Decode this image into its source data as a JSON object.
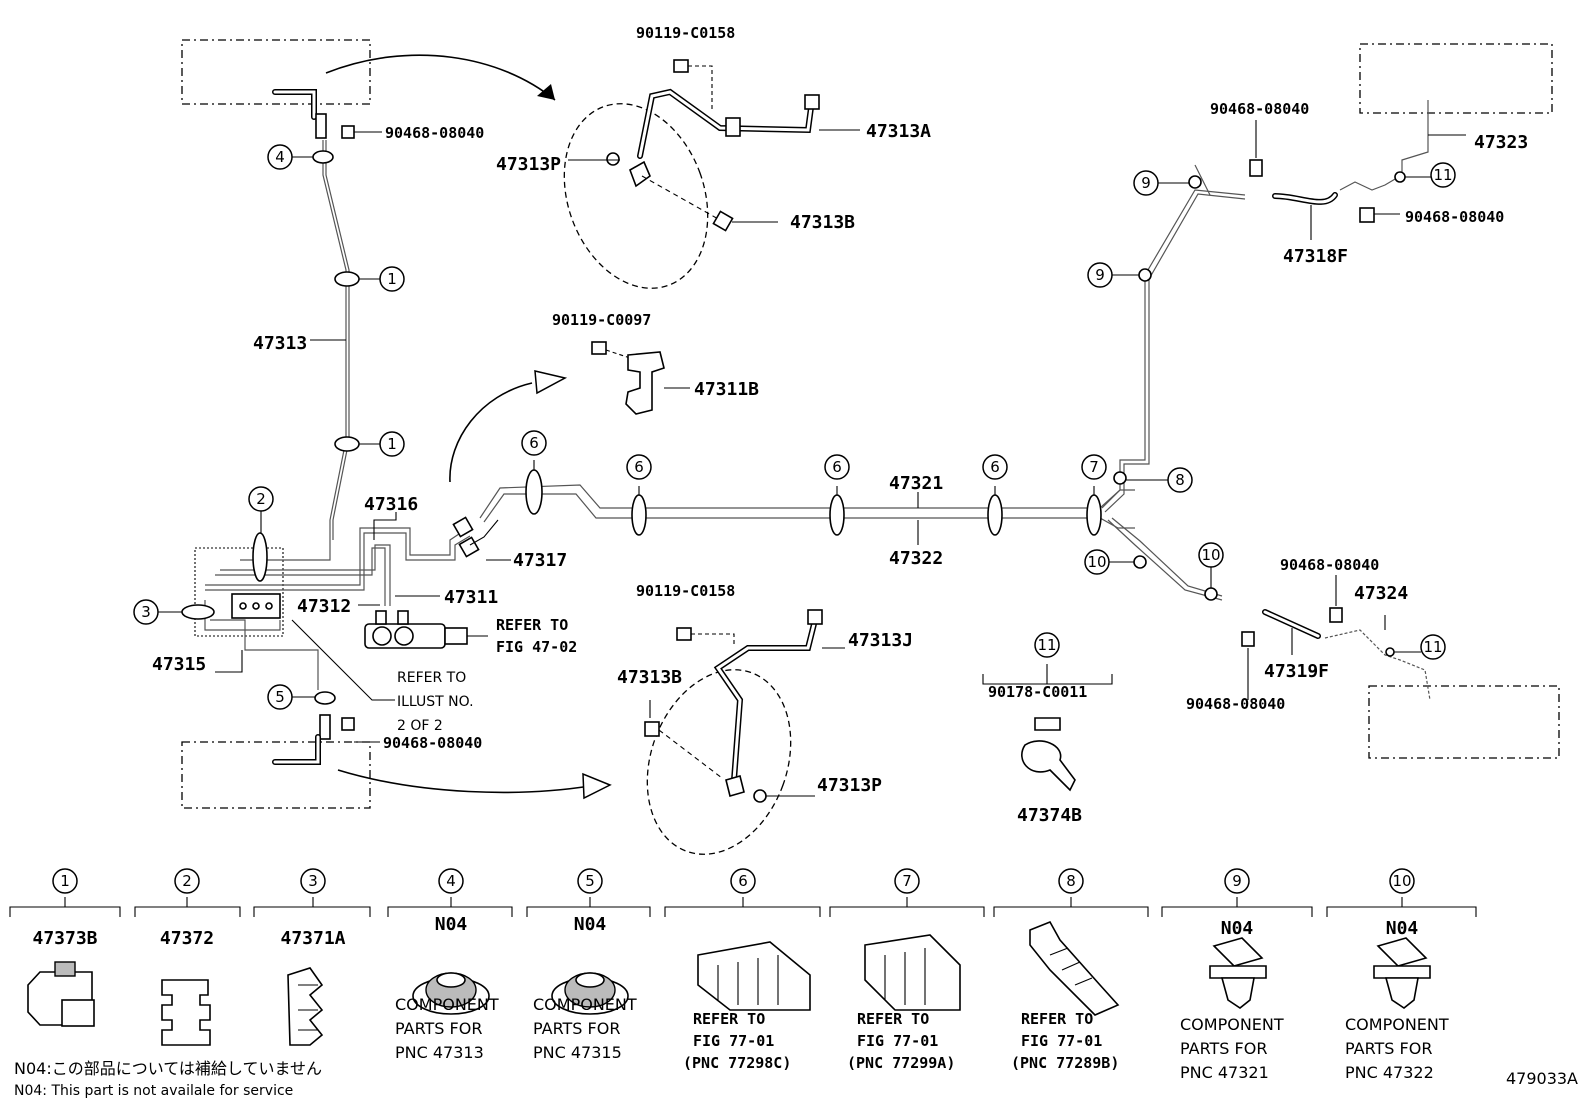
{
  "labels": {
    "p90119_c0158_top": "90119-C0158",
    "p47313A": "47313A",
    "p47313P_top": "47313P",
    "p47313B_top": "47313B",
    "p90468_top_left": "90468-08040",
    "p47313": "47313",
    "p90119_c0097": "90119-C0097",
    "p47311B": "47311B",
    "p47316": "47316",
    "p47317": "47317",
    "p47311": "47311",
    "p47312": "47312",
    "p47315": "47315",
    "p90468_left_bottom": "90468-08040",
    "p90119_c0158_bottom": "90119-C0158",
    "p47313J": "47313J",
    "p47313B_bottom": "47313B",
    "p47313P_bottom": "47313P",
    "p47321": "47321",
    "p47322": "47322",
    "p90178_c0011": "90178-C0011",
    "p47374B": "47374B",
    "p90468_right_top": "90468-08040",
    "p47323": "47323",
    "p90468_right_mid": "90468-08040",
    "p47318F": "47318F",
    "p90468_right_lower": "90468-08040",
    "p47324": "47324",
    "p47319F": "47319F",
    "p90468_right_bottom": "90468-08040"
  },
  "refer_fig_47_02": [
    "REFER TO",
    "FIG 47-02"
  ],
  "refer_illust": [
    "REFER TO",
    "ILLUST NO.",
    "2 OF 2"
  ],
  "callouts": [
    "1",
    "2",
    "3",
    "4",
    "5",
    "6",
    "7",
    "8",
    "9",
    "10",
    "11"
  ],
  "legend": [
    {
      "num": "1",
      "code": "47373B",
      "desc": []
    },
    {
      "num": "2",
      "code": "47372",
      "desc": []
    },
    {
      "num": "3",
      "code": "47371A",
      "desc": []
    },
    {
      "num": "4",
      "code": "N04",
      "desc": [
        "COMPONENT",
        "PARTS FOR",
        "PNC 47313"
      ]
    },
    {
      "num": "5",
      "code": "N04",
      "desc": [
        "COMPONENT",
        "PARTS FOR",
        "PNC 47315"
      ]
    },
    {
      "num": "6",
      "code": "",
      "desc": [
        "REFER TO",
        "FIG 77-01",
        "(PNC 77298C)"
      ]
    },
    {
      "num": "7",
      "code": "",
      "desc": [
        "REFER TO",
        "FIG 77-01",
        "(PNC 77299A)"
      ]
    },
    {
      "num": "8",
      "code": "",
      "desc": [
        "REFER TO",
        "FIG 77-01",
        "(PNC 77289B)"
      ]
    },
    {
      "num": "9",
      "code": "N04",
      "desc": [
        "COMPONENT",
        "PARTS FOR",
        "PNC 47321"
      ]
    },
    {
      "num": "10",
      "code": "N04",
      "desc": [
        "COMPONENT",
        "PARTS FOR",
        "PNC 47322"
      ]
    }
  ],
  "notes": {
    "jp": "N04:この部品については補給していません",
    "en": "N04: This part is not availale for service"
  },
  "figure_id": "479033A"
}
